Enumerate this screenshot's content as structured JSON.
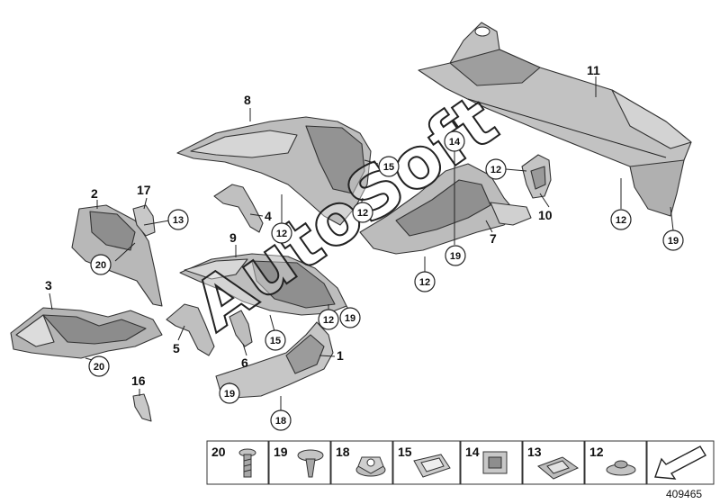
{
  "callouts": {
    "p1": "1",
    "p2": "2",
    "p3": "3",
    "p4": "4",
    "p5": "5",
    "p6": "6",
    "p7": "7",
    "p8": "8",
    "p9": "9",
    "p10": "10",
    "p11": "11",
    "p16": "16",
    "p17": "17"
  },
  "circled": {
    "c12": "12",
    "c13": "13",
    "c14": "14",
    "c15": "15",
    "c18": "18",
    "c19": "19",
    "c20": "20"
  },
  "legend": [
    "20",
    "19",
    "18",
    "15",
    "14",
    "13",
    "12"
  ],
  "watermark": "AutoSoft",
  "figure_number": "409465",
  "colors": {
    "part_fill": "#b9b9b9",
    "part_dark": "#8d8d8d",
    "legend_border": "#333333"
  }
}
